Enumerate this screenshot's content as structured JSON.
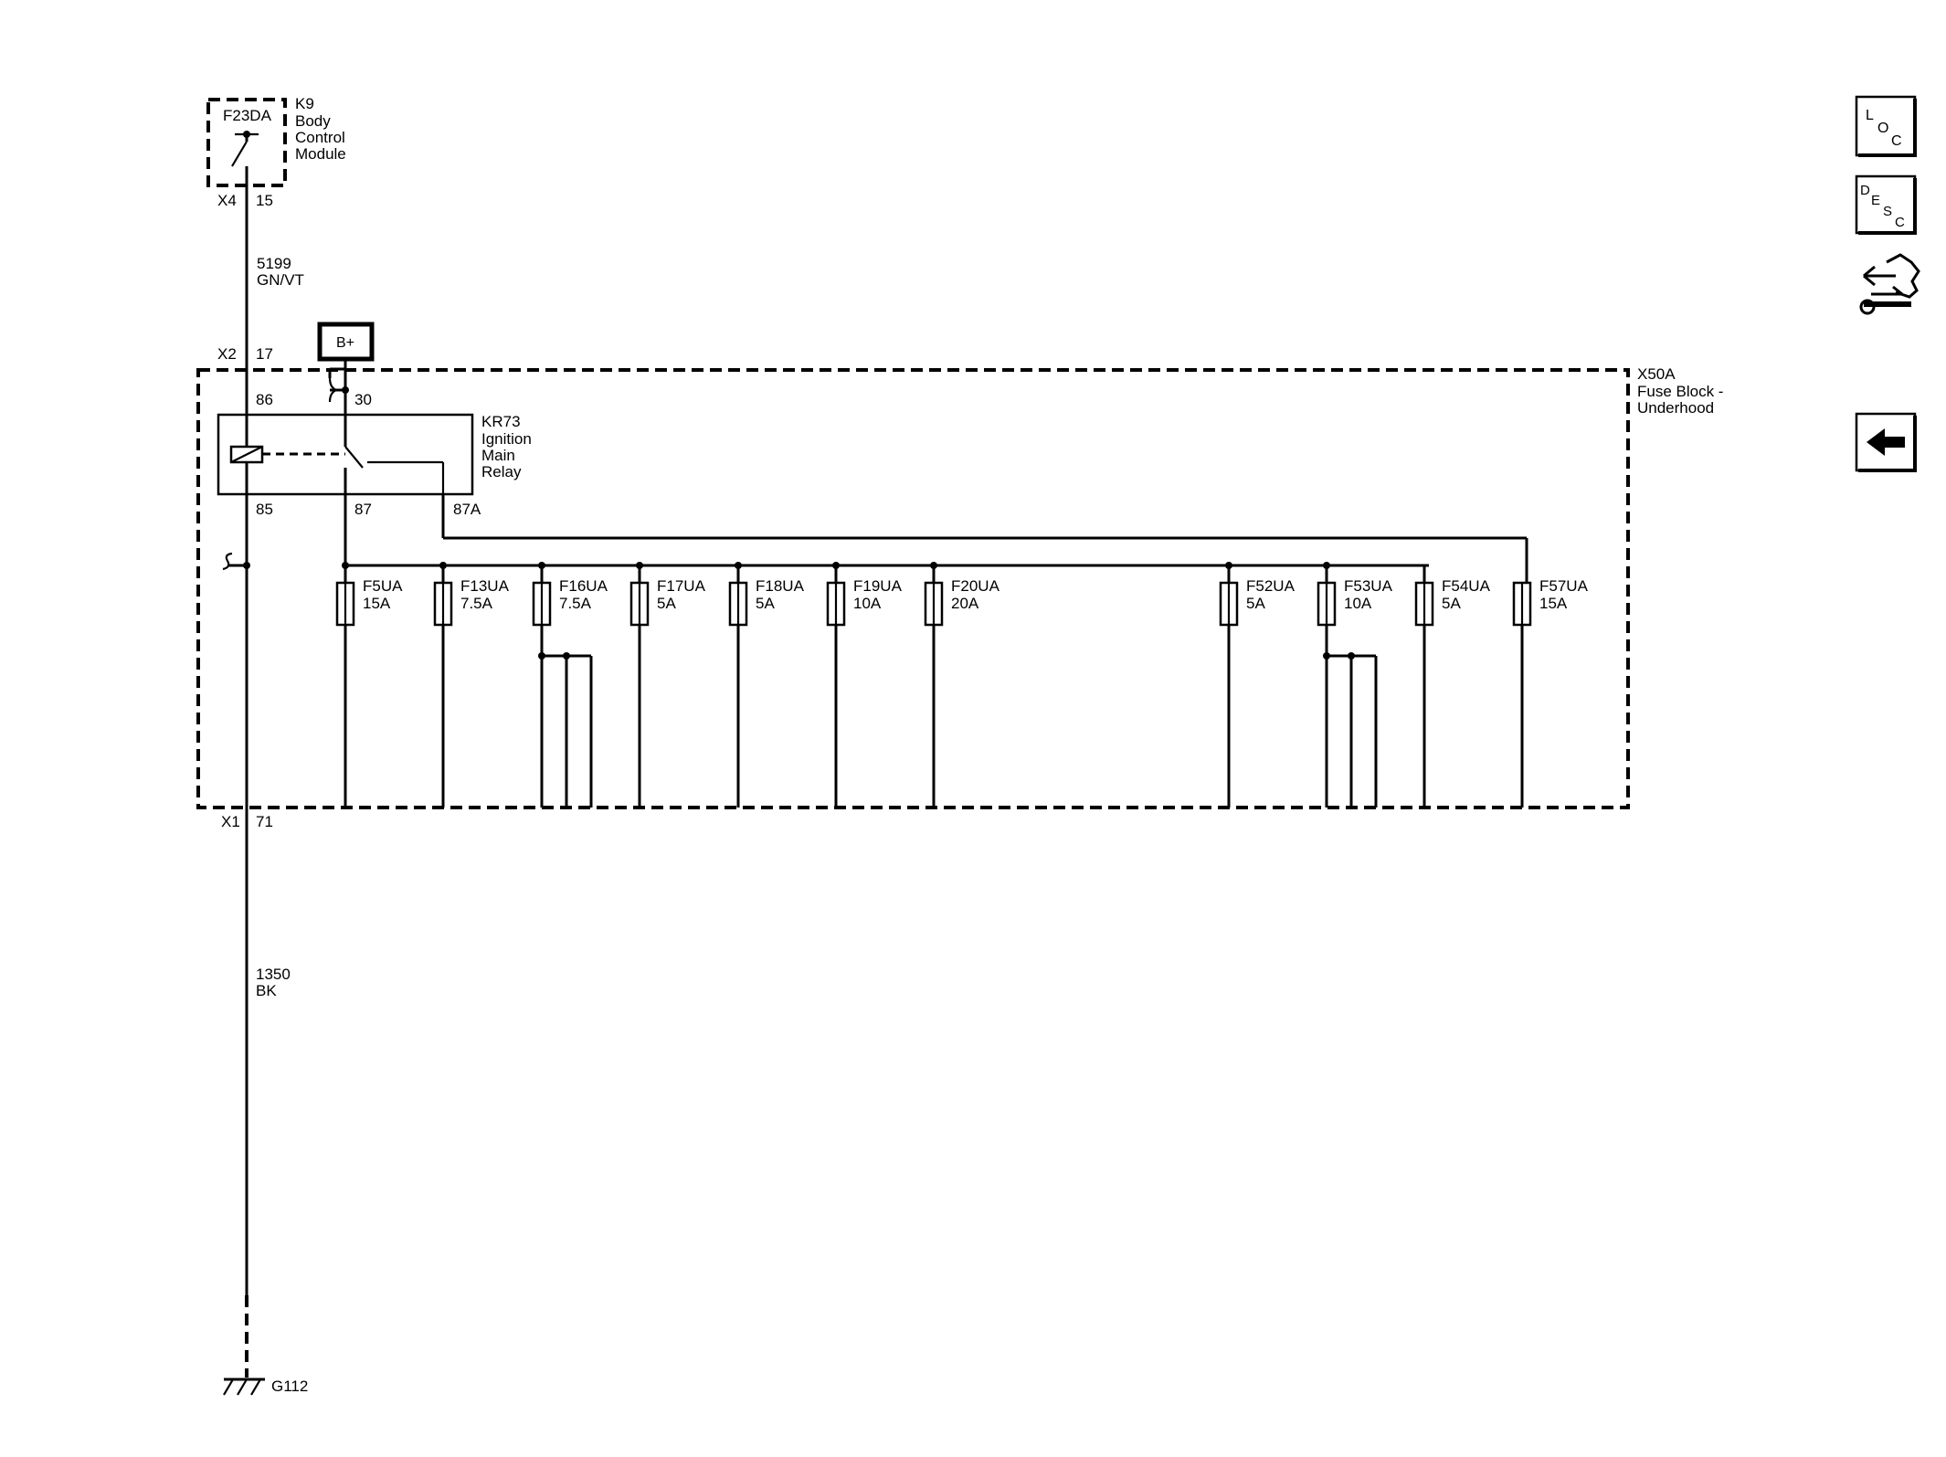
{
  "bcm": {
    "fuse": "F23DA",
    "id": "K9",
    "name_lines": [
      "Body",
      "Control",
      "Module"
    ],
    "conn": "X4",
    "pin": "15"
  },
  "wire_top": {
    "circuit": "5199",
    "color": "GN/VT"
  },
  "x2": {
    "conn": "X2",
    "pin": "17"
  },
  "battery": {
    "label": "B+"
  },
  "relay": {
    "id": "KR73",
    "name_lines": [
      "Ignition",
      "Main",
      "Relay"
    ],
    "pins": {
      "p86": "86",
      "p30": "30",
      "p85": "85",
      "p87": "87",
      "p87a": "87A"
    }
  },
  "fuse_block": {
    "id": "X50A",
    "name_lines": [
      "Fuse Block -",
      "Underhood"
    ]
  },
  "fuses": [
    {
      "name": "F5UA",
      "rating": "15A"
    },
    {
      "name": "F13UA",
      "rating": "7.5A"
    },
    {
      "name": "F16UA",
      "rating": "7.5A"
    },
    {
      "name": "F17UA",
      "rating": "5A"
    },
    {
      "name": "F18UA",
      "rating": "5A"
    },
    {
      "name": "F19UA",
      "rating": "10A"
    },
    {
      "name": "F20UA",
      "rating": "20A"
    },
    {
      "name": "F52UA",
      "rating": "5A"
    },
    {
      "name": "F53UA",
      "rating": "10A"
    },
    {
      "name": "F54UA",
      "rating": "5A"
    },
    {
      "name": "F57UA",
      "rating": "15A"
    }
  ],
  "x1": {
    "conn": "X1",
    "pin": "71"
  },
  "wire_bottom": {
    "circuit": "1350",
    "color": "BK"
  },
  "ground": {
    "id": "G112"
  },
  "side_buttons": {
    "loc": [
      "L",
      "O",
      "C"
    ],
    "desc": [
      "D",
      "E",
      "S",
      "C"
    ],
    "connector_icon": "connector-repair-icon",
    "back_icon": "back-arrow-icon"
  }
}
